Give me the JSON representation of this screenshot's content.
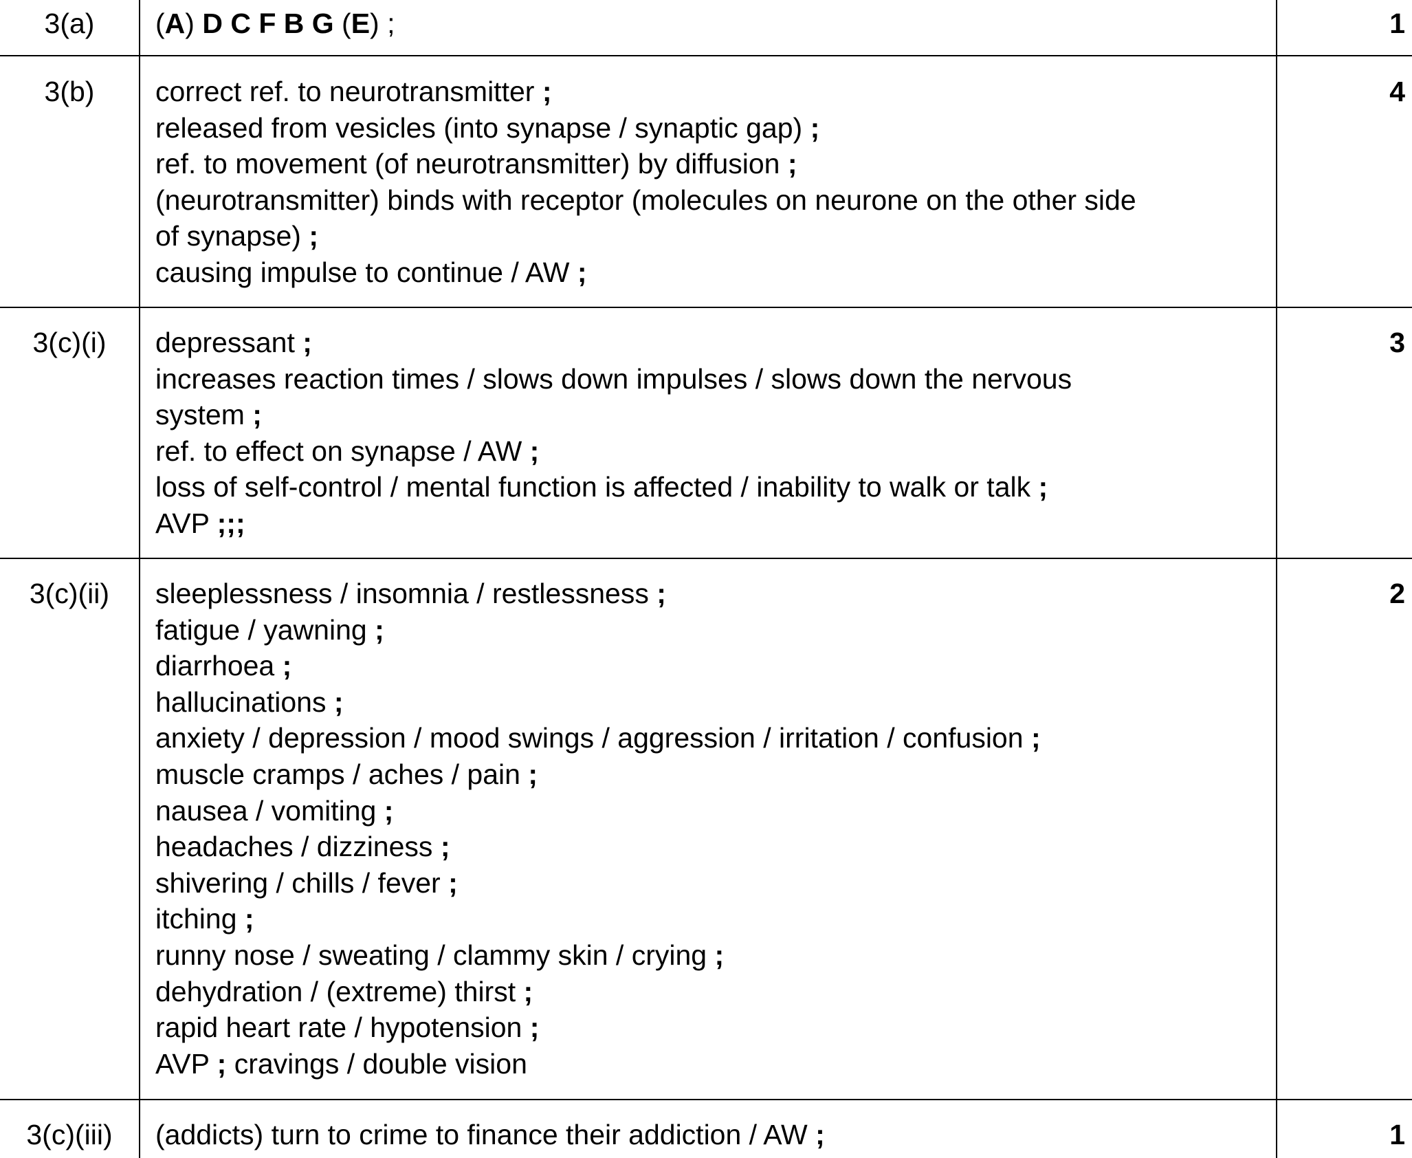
{
  "rows": [
    {
      "question": "3(a)",
      "answer_lines": [
        "(**A**) **D C F B G** (**E**) ;"
      ],
      "marks": "1"
    },
    {
      "question": "3(b)",
      "answer_lines": [
        "correct ref. to neurotransmitter **;**",
        "released from vesicles (into synapse / synaptic gap) **;**",
        "ref. to movement (of neurotransmitter) by diffusion **;**",
        "(neurotransmitter) binds with receptor (molecules on neurone on the other side",
        "of synapse) **;**",
        "causing impulse to continue / AW **;**"
      ],
      "marks": "4"
    },
    {
      "question": "3(c)(i)",
      "answer_lines": [
        "depressant **;**",
        "increases reaction times / slows down impulses / slows down the nervous",
        "system **;**",
        "ref. to effect on synapse / AW **;**",
        "loss of self-control / mental function is affected / inability to walk or talk **;**",
        "AVP **;;;**"
      ],
      "marks": "3"
    },
    {
      "question": "3(c)(ii)",
      "answer_lines": [
        "sleeplessness / insomnia / restlessness **;**",
        "fatigue / yawning **;**",
        "diarrhoea **;**",
        "hallucinations **;**",
        "anxiety / depression / mood swings / aggression / irritation / confusion **;**",
        "muscle cramps / aches / pain **;**",
        "nausea / vomiting **;**",
        "headaches / dizziness **;**",
        "shivering / chills / fever **;**",
        "itching **;**",
        "runny nose / sweating / clammy skin / crying **;**",
        "dehydration / (extreme) thirst **;**",
        "rapid heart rate / hypotension **;**",
        "AVP **;** cravings / double vision"
      ],
      "marks": "2"
    },
    {
      "question": "3(c)(iii)",
      "answer_lines": [
        "(addicts) turn to crime to finance their addiction / AW **;**"
      ],
      "marks": "1"
    }
  ]
}
